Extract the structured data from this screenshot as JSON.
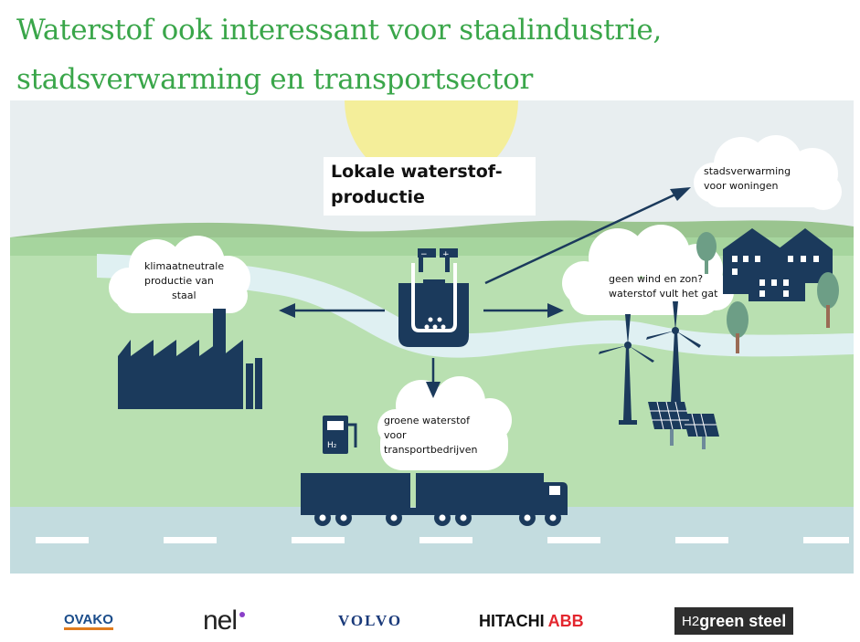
{
  "title": {
    "line1": "Waterstof ook interessant voor staalindustrie,",
    "line2": "stadsverwarming en transportsector"
  },
  "diagram": {
    "center_line1": "Lokale waterstof-",
    "center_line2": "productie",
    "steel_line1": "klimaatneutrale",
    "steel_line2": "productie van",
    "steel_line3": "staal",
    "heating_line1": "stadsverwarming",
    "heating_line2": "voor woningen",
    "wind_line1": "geen wind en zon?",
    "wind_line2": "waterstof vult het gat",
    "transport_line1": "groene waterstof",
    "transport_line2": "voor",
    "transport_line3": "transportbedrijven",
    "pump_glyph": "H₂"
  },
  "logos": {
    "ovako": "OVAKO",
    "nel": "nel",
    "volvo": "VOLVO",
    "hitachi": "HITACHI",
    "abb": "ABB",
    "h2gs_prefix": "H2",
    "h2gs_name": "green steel"
  },
  "colors": {
    "title": "#3aa64a",
    "navy": "#1b3a5c",
    "field": "#b9e0b1",
    "river": "#dff0f2",
    "road": "#c3dcdf"
  }
}
